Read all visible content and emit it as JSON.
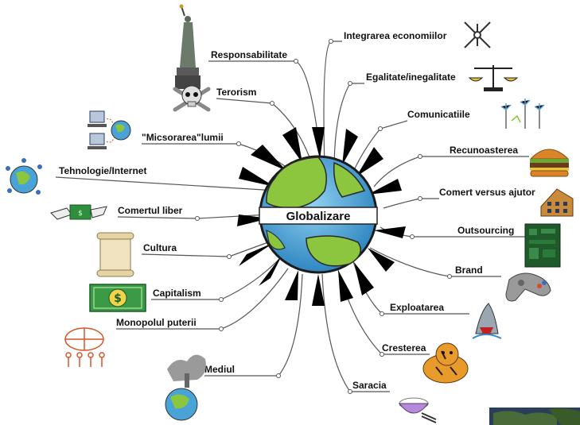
{
  "center": {
    "title": "Globalizare"
  },
  "topics": {
    "t1": "Responsabilitate",
    "t2": "Terorism",
    "t3": "\"Micsorarea\"lumii",
    "t4": "Tehnologie/Internet",
    "t5": "Comertul liber",
    "t6": "Cultura",
    "t7": "Capitalism",
    "t8": "Monopolul puterii",
    "t9": "Mediul",
    "t10": "Integrarea economiilor",
    "t11": "Egalitate/inegalitate",
    "t12": "Comunicatiile",
    "t13": "Recunoasterea",
    "t14": "Comert versus ajutor",
    "t15": "Outsourcing",
    "t16": "Brand",
    "t17": "Exploatarea",
    "t18": "Cresterea",
    "t19": "Saracia"
  },
  "icons": [
    "statue-of-liberty-icon",
    "skull-crossbones-icon",
    "networked-computers-icon",
    "globe-satellites-icon",
    "money-handshake-icon",
    "scroll-icon",
    "dollar-bill-icon",
    "people-holding-globe-icon",
    "polluted-earth-icon",
    "compass-arrows-icon",
    "balance-scale-icon",
    "wind-turbines-icon",
    "hamburger-icon",
    "factory-building-icon",
    "circuit-board-icon",
    "game-controller-icon",
    "shark-icon",
    "tiger-icon",
    "rice-bowl-icon",
    "map-thumbnail-icon"
  ],
  "colors": {
    "globe_ocean": "#4aa3d6",
    "globe_land": "#8cc63f",
    "hub_spikes": "#000000",
    "branch_lines": "#555555"
  }
}
